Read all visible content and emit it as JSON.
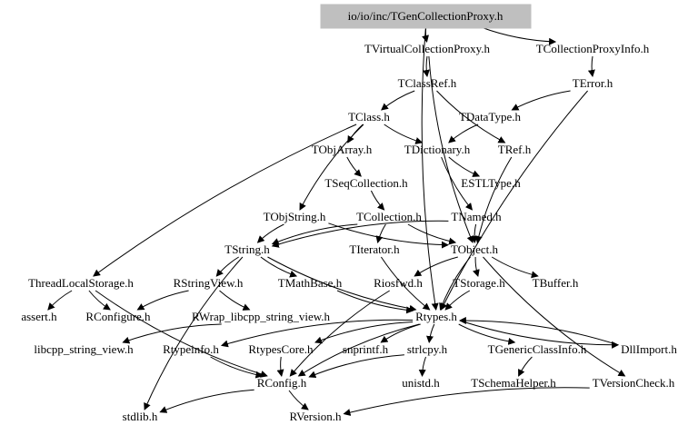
{
  "root_node": {
    "id": "root",
    "label": "io/io/inc/TGenCollectionProxy.h"
  },
  "nodes": [
    {
      "id": "vcp",
      "label": "TVirtualCollectionProxy.h"
    },
    {
      "id": "cpi",
      "label": "TCollectionProxyInfo.h"
    },
    {
      "id": "classref",
      "label": "TClassRef.h"
    },
    {
      "id": "terror",
      "label": "TError.h"
    },
    {
      "id": "tclass",
      "label": "TClass.h"
    },
    {
      "id": "datatype",
      "label": "TDataType.h"
    },
    {
      "id": "objarray",
      "label": "TObjArray.h"
    },
    {
      "id": "dictionary",
      "label": "TDictionary.h"
    },
    {
      "id": "tref",
      "label": "TRef.h"
    },
    {
      "id": "seqcoll",
      "label": "TSeqCollection.h"
    },
    {
      "id": "estl",
      "label": "ESTLType.h"
    },
    {
      "id": "objstring",
      "label": "TObjString.h"
    },
    {
      "id": "collection",
      "label": "TCollection.h"
    },
    {
      "id": "named",
      "label": "TNamed.h"
    },
    {
      "id": "tstring",
      "label": "TString.h"
    },
    {
      "id": "iterator",
      "label": "TIterator.h"
    },
    {
      "id": "tobject",
      "label": "TObject.h"
    },
    {
      "id": "tls",
      "label": "ThreadLocalStorage.h"
    },
    {
      "id": "rsv",
      "label": "RStringView.h"
    },
    {
      "id": "mathbase",
      "label": "TMathBase.h"
    },
    {
      "id": "riosfwd",
      "label": "Riosfwd.h"
    },
    {
      "id": "storage",
      "label": "TStorage.h"
    },
    {
      "id": "buffer",
      "label": "TBuffer.h"
    },
    {
      "id": "assert",
      "label": "assert.h"
    },
    {
      "id": "rconfigure",
      "label": "RConfigure.h"
    },
    {
      "id": "rwrap",
      "label": "RWrap_libcpp_string_view.h"
    },
    {
      "id": "rtypes",
      "label": "Rtypes.h"
    },
    {
      "id": "libcpp",
      "label": "libcpp_string_view.h"
    },
    {
      "id": "rtypeinfo",
      "label": "Rtypeinfo.h"
    },
    {
      "id": "rtypescore",
      "label": "RtypesCore.h"
    },
    {
      "id": "snprintf",
      "label": "snprintf.h"
    },
    {
      "id": "strlcpy",
      "label": "strlcpy.h"
    },
    {
      "id": "gci",
      "label": "TGenericClassInfo.h"
    },
    {
      "id": "dllimport",
      "label": "DllImport.h"
    },
    {
      "id": "rconfig",
      "label": "RConfig.h"
    },
    {
      "id": "unistd",
      "label": "unistd.h"
    },
    {
      "id": "schemahelper",
      "label": "TSchemaHelper.h"
    },
    {
      "id": "versioncheck",
      "label": "TVersionCheck.h"
    },
    {
      "id": "stdlib",
      "label": "stdlib.h"
    },
    {
      "id": "rversion",
      "label": "RVersion.h"
    }
  ],
  "edges": [
    [
      "root",
      "vcp"
    ],
    [
      "root",
      "cpi"
    ],
    [
      "root",
      "rtypes"
    ],
    [
      "vcp",
      "classref"
    ],
    [
      "vcp",
      "tobject"
    ],
    [
      "cpi",
      "terror"
    ],
    [
      "classref",
      "tclass"
    ],
    [
      "classref",
      "tref"
    ],
    [
      "terror",
      "datatype"
    ],
    [
      "terror",
      "rtypes"
    ],
    [
      "tclass",
      "objarray"
    ],
    [
      "tclass",
      "dictionary"
    ],
    [
      "tclass",
      "objstring"
    ],
    [
      "tclass",
      "tls"
    ],
    [
      "datatype",
      "dictionary"
    ],
    [
      "objarray",
      "seqcoll"
    ],
    [
      "dictionary",
      "estl"
    ],
    [
      "dictionary",
      "named"
    ],
    [
      "tref",
      "tobject"
    ],
    [
      "seqcoll",
      "collection"
    ],
    [
      "objstring",
      "tstring"
    ],
    [
      "objstring",
      "tobject"
    ],
    [
      "collection",
      "tstring"
    ],
    [
      "collection",
      "tobject"
    ],
    [
      "collection",
      "iterator"
    ],
    [
      "named",
      "tstring"
    ],
    [
      "named",
      "tobject"
    ],
    [
      "tstring",
      "rsv"
    ],
    [
      "tstring",
      "mathbase"
    ],
    [
      "tstring",
      "rtypes"
    ],
    [
      "tstring",
      "stdlib"
    ],
    [
      "iterator",
      "rtypes"
    ],
    [
      "tobject",
      "riosfwd"
    ],
    [
      "tobject",
      "storage"
    ],
    [
      "tobject",
      "buffer"
    ],
    [
      "tobject",
      "rtypes"
    ],
    [
      "tobject",
      "versioncheck"
    ],
    [
      "tls",
      "assert"
    ],
    [
      "tls",
      "rconfigure"
    ],
    [
      "tls",
      "rconfig"
    ],
    [
      "rsv",
      "rconfigure"
    ],
    [
      "rsv",
      "rwrap"
    ],
    [
      "rwrap",
      "libcpp"
    ],
    [
      "mathbase",
      "rtypes"
    ],
    [
      "riosfwd",
      "rconfig"
    ],
    [
      "storage",
      "rtypes"
    ],
    [
      "rtypes",
      "rtypeinfo"
    ],
    [
      "rtypes",
      "rtypescore"
    ],
    [
      "rtypes",
      "snprintf"
    ],
    [
      "rtypes",
      "strlcpy"
    ],
    [
      "rtypes",
      "gci"
    ],
    [
      "rtypes",
      "dllimport"
    ],
    [
      "rtypes",
      "rconfig"
    ],
    [
      "rtypeinfo",
      "rconfig"
    ],
    [
      "rtypescore",
      "rconfig"
    ],
    [
      "strlcpy",
      "rconfig"
    ],
    [
      "strlcpy",
      "unistd"
    ],
    [
      "gci",
      "schemahelper"
    ],
    [
      "rconfig",
      "stdlib"
    ],
    [
      "rconfig",
      "rversion"
    ],
    [
      "dllimport",
      "rtypes"
    ],
    [
      "versioncheck",
      "rversion"
    ]
  ]
}
